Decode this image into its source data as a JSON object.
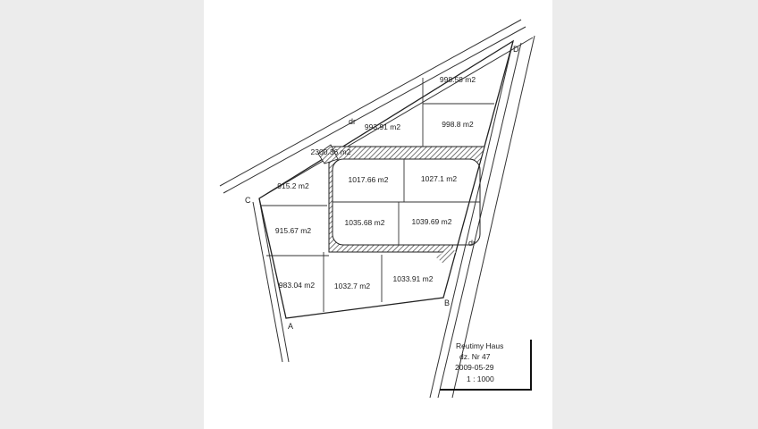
{
  "plots": [
    {
      "id": "p1",
      "area": "998.58 m2"
    },
    {
      "id": "p2",
      "area": "993.91 m2"
    },
    {
      "id": "p3",
      "area": "998.8 m2"
    },
    {
      "id": "p4",
      "area": "915.2 m2"
    },
    {
      "id": "p5",
      "area": "1017.66 m2"
    },
    {
      "id": "p6",
      "area": "1027.1 m2"
    },
    {
      "id": "p7",
      "area": "915.67 m2"
    },
    {
      "id": "p8",
      "area": "1035.68 m2"
    },
    {
      "id": "p9",
      "area": "1039.69 m2"
    },
    {
      "id": "p10",
      "area": "983.04 m2"
    },
    {
      "id": "p11",
      "area": "1032.7 m2"
    },
    {
      "id": "p12",
      "area": "1033.91 m2"
    }
  ],
  "road_area": "2300.36 m2",
  "road_labels": {
    "north": "dr",
    "east": "dr"
  },
  "corners": {
    "a": "A",
    "b": "B",
    "c": "C",
    "d": "D"
  },
  "stamp": {
    "line1": "Reutimy Haus",
    "line2": "dz. Nr 47",
    "line3": "2009-05-29",
    "line4": "1 : 1000"
  },
  "colors": {
    "ink": "#333333",
    "hatch": "#555555",
    "paper": "#ffffff",
    "margin": "#ececec"
  }
}
